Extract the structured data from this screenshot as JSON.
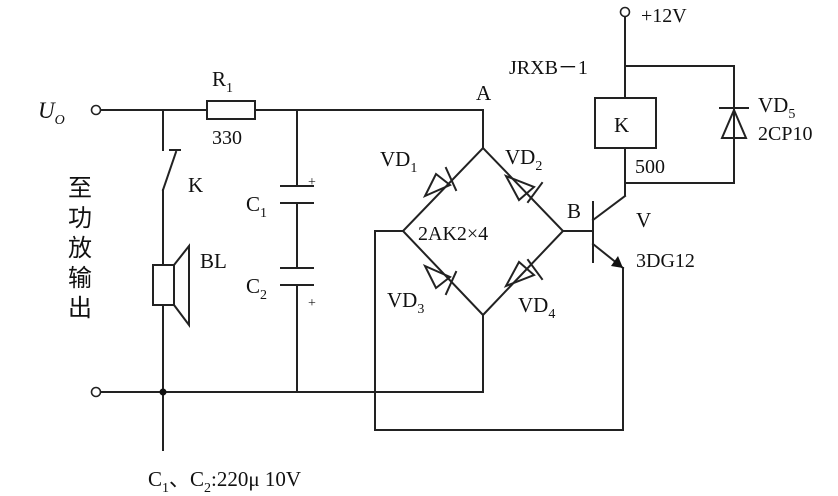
{
  "labels": {
    "uo_main": "U",
    "uo_sub": "O",
    "r1_main": "R",
    "r1_sub": "1",
    "r1_value": "330",
    "switch": "K",
    "speaker": "BL",
    "c1_main": "C",
    "c1_sub": "1",
    "c1_plus": "+",
    "c2_main": "C",
    "c2_sub": "2",
    "c2_plus": "+",
    "node_a": "A",
    "node_b": "B",
    "vd1_main": "VD",
    "vd1_sub": "1",
    "vd2_main": "VD",
    "vd2_sub": "2",
    "vd3_main": "VD",
    "vd3_sub": "3",
    "vd4_main": "VD",
    "vd4_sub": "4",
    "bridge": "2AK2×4",
    "relay_model": "JRXB－1",
    "relay_coil": "K",
    "relay_value": "500",
    "supply": "+12V",
    "vd5_main": "VD",
    "vd5_sub": "5",
    "vd5_model": "2CP10",
    "transistor": "V",
    "transistor_model": "3DG12",
    "amp_output_chars": [
      "至",
      "功",
      "放",
      "输",
      "出"
    ],
    "note_c1": "C",
    "note_c1_sub": "1",
    "note_sep": "、",
    "note_c2": "C",
    "note_c2_sub": "2",
    "note_value": ":220μ 10V"
  }
}
